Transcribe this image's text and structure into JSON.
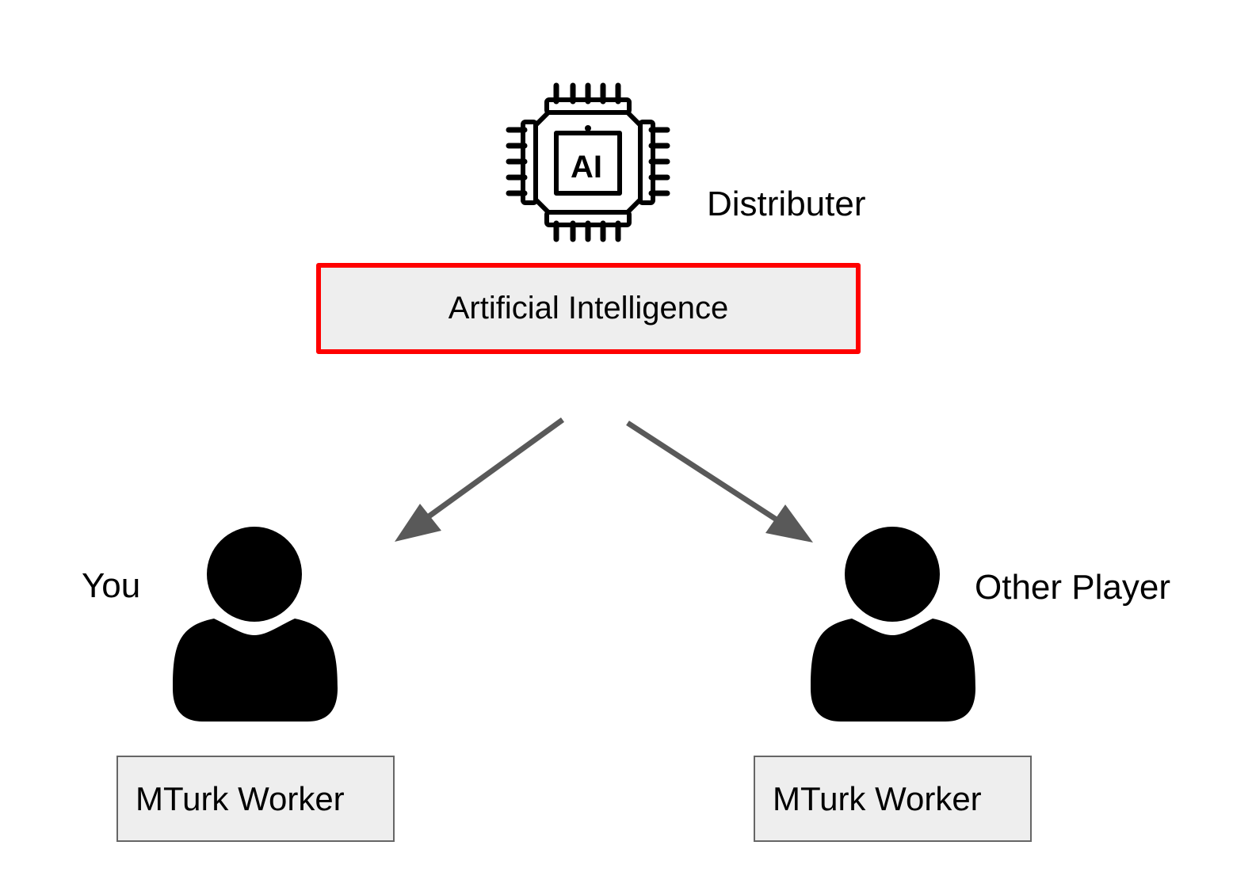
{
  "colors": {
    "background": "#ffffff",
    "box_fill": "#eeeeee",
    "highlight_border": "#ff0000",
    "box_border": "#666666",
    "arrow": "#595959",
    "icon": "#000000"
  },
  "distributor": {
    "icon": "ai-chip-icon",
    "role_label": "Distributer",
    "box_label": "Artificial Intelligence"
  },
  "players": [
    {
      "role_label": "You",
      "icon": "person-icon",
      "box_label": "MTurk Worker"
    },
    {
      "role_label": "Other Player",
      "icon": "person-icon",
      "box_label": "MTurk Worker"
    }
  ],
  "arrows": [
    {
      "from": "Artificial Intelligence",
      "to": "You"
    },
    {
      "from": "Artificial Intelligence",
      "to": "Other Player"
    }
  ]
}
